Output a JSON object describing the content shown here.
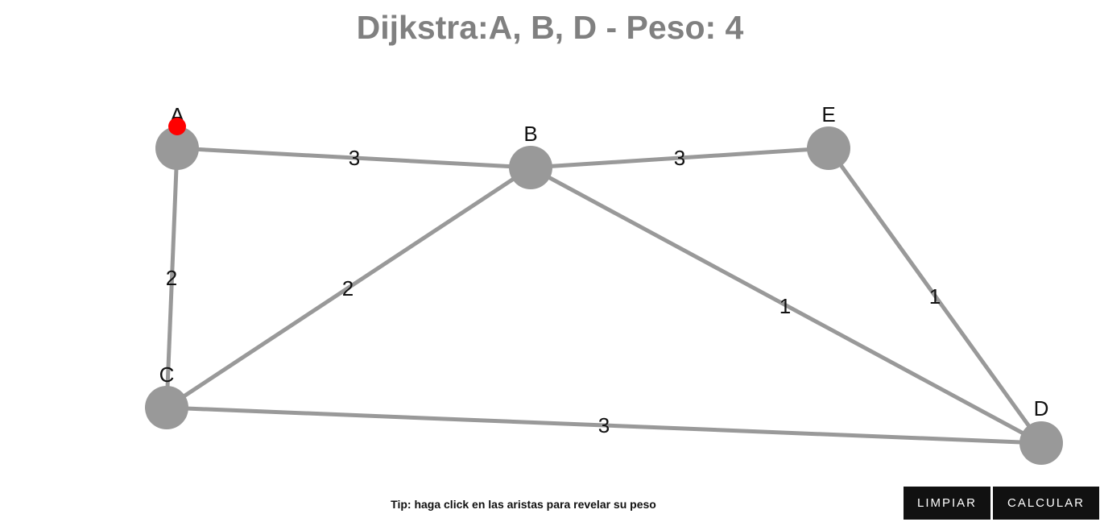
{
  "title": "Dijkstra:A, B, D - Peso: 4",
  "tip": "Tip: haga click en las aristas para revelar su peso",
  "buttons": {
    "clear_label": "LIMPIAR",
    "calculate_label": "CALCULAR"
  },
  "colors": {
    "node": "#999999",
    "edge": "#999999",
    "start_marker": "#ff0000",
    "title": "#808080",
    "button_bg": "#111111"
  },
  "graph": {
    "start_node": "A",
    "nodes": [
      {
        "id": "A"
      },
      {
        "id": "B"
      },
      {
        "id": "C"
      },
      {
        "id": "D"
      },
      {
        "id": "E"
      }
    ],
    "edges": [
      {
        "from": "A",
        "to": "B",
        "weight": "3"
      },
      {
        "from": "B",
        "to": "E",
        "weight": "3"
      },
      {
        "from": "A",
        "to": "C",
        "weight": "2"
      },
      {
        "from": "C",
        "to": "B",
        "weight": "2"
      },
      {
        "from": "B",
        "to": "D",
        "weight": "1"
      },
      {
        "from": "E",
        "to": "D",
        "weight": "1"
      },
      {
        "from": "C",
        "to": "D",
        "weight": "3"
      }
    ]
  }
}
